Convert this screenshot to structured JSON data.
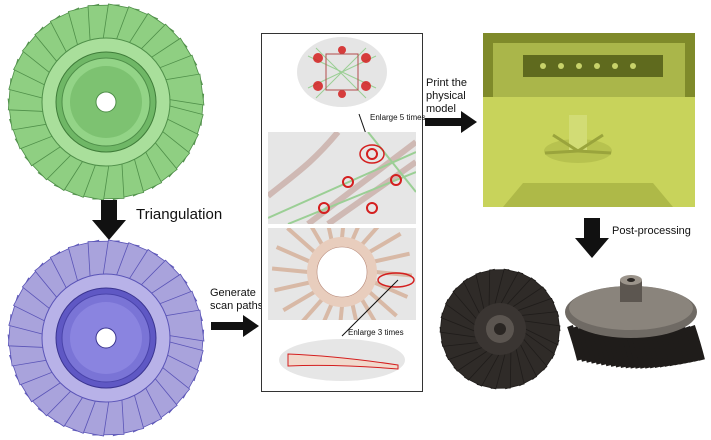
{
  "diagram": {
    "labels": {
      "triangulation": "Triangulation",
      "generate_scan_paths": [
        "Generate",
        "scan paths"
      ],
      "print_model": [
        "Print the",
        "physical",
        "model"
      ],
      "enlarge_5": "Enlarge 5 times",
      "enlarge_3": "Enlarge 3 times",
      "post_processing": "Post-processing"
    },
    "colors": {
      "green_part": "#8fcf82",
      "green_dark": "#4f8f49",
      "purple_part": "#a9a3dc",
      "purple_dark": "#5a54b7",
      "scan_red": "#d41f1f",
      "printer_yellow": "#b9c64a",
      "metal_dark": "#2f2b28"
    }
  }
}
